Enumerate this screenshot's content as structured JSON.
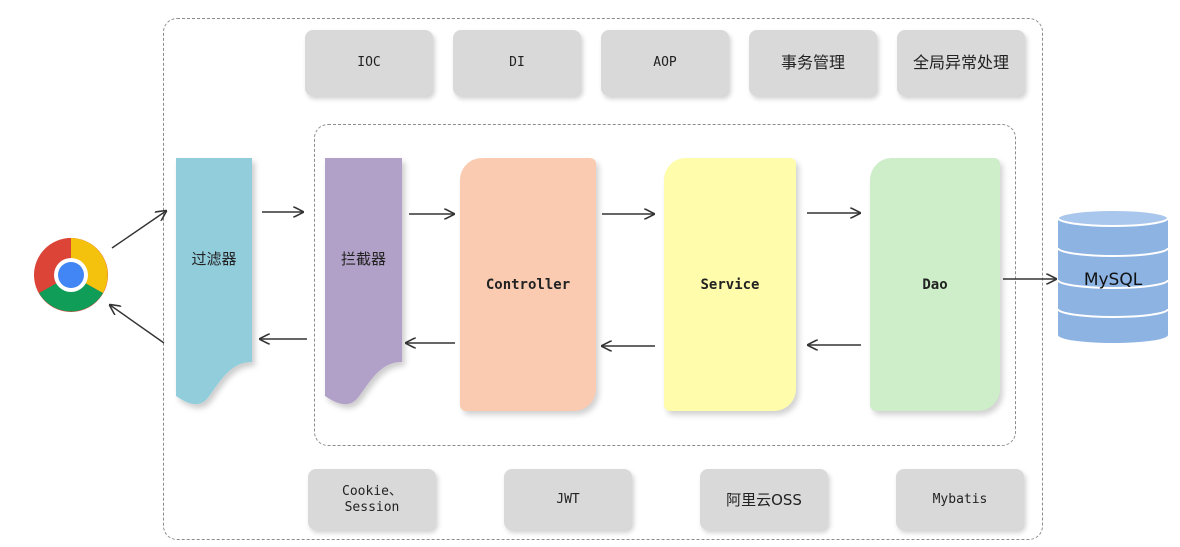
{
  "top_chips": [
    "IOC",
    "DI",
    "AOP",
    "事务管理",
    "全局异常处理"
  ],
  "bottom_chips": [
    "Cookie、\nSession",
    "JWT",
    "阿里云OSS",
    "Mybatis"
  ],
  "filter_label": "过滤器",
  "interceptor_label": "拦截器",
  "layers": {
    "controller": "Controller",
    "service": "Service",
    "dao": "Dao"
  },
  "database_label": "MySQL",
  "colors": {
    "filter": "#92cddc",
    "interceptor": "#b1a0c7",
    "controller": "#fbcbb1",
    "service": "#fffdab",
    "dao": "#cdeec9",
    "database": "#8db3e2",
    "chip": "#d9d9d9"
  },
  "icons": {
    "browser": "chrome-browser-icon",
    "database": "database-cylinder-icon"
  }
}
